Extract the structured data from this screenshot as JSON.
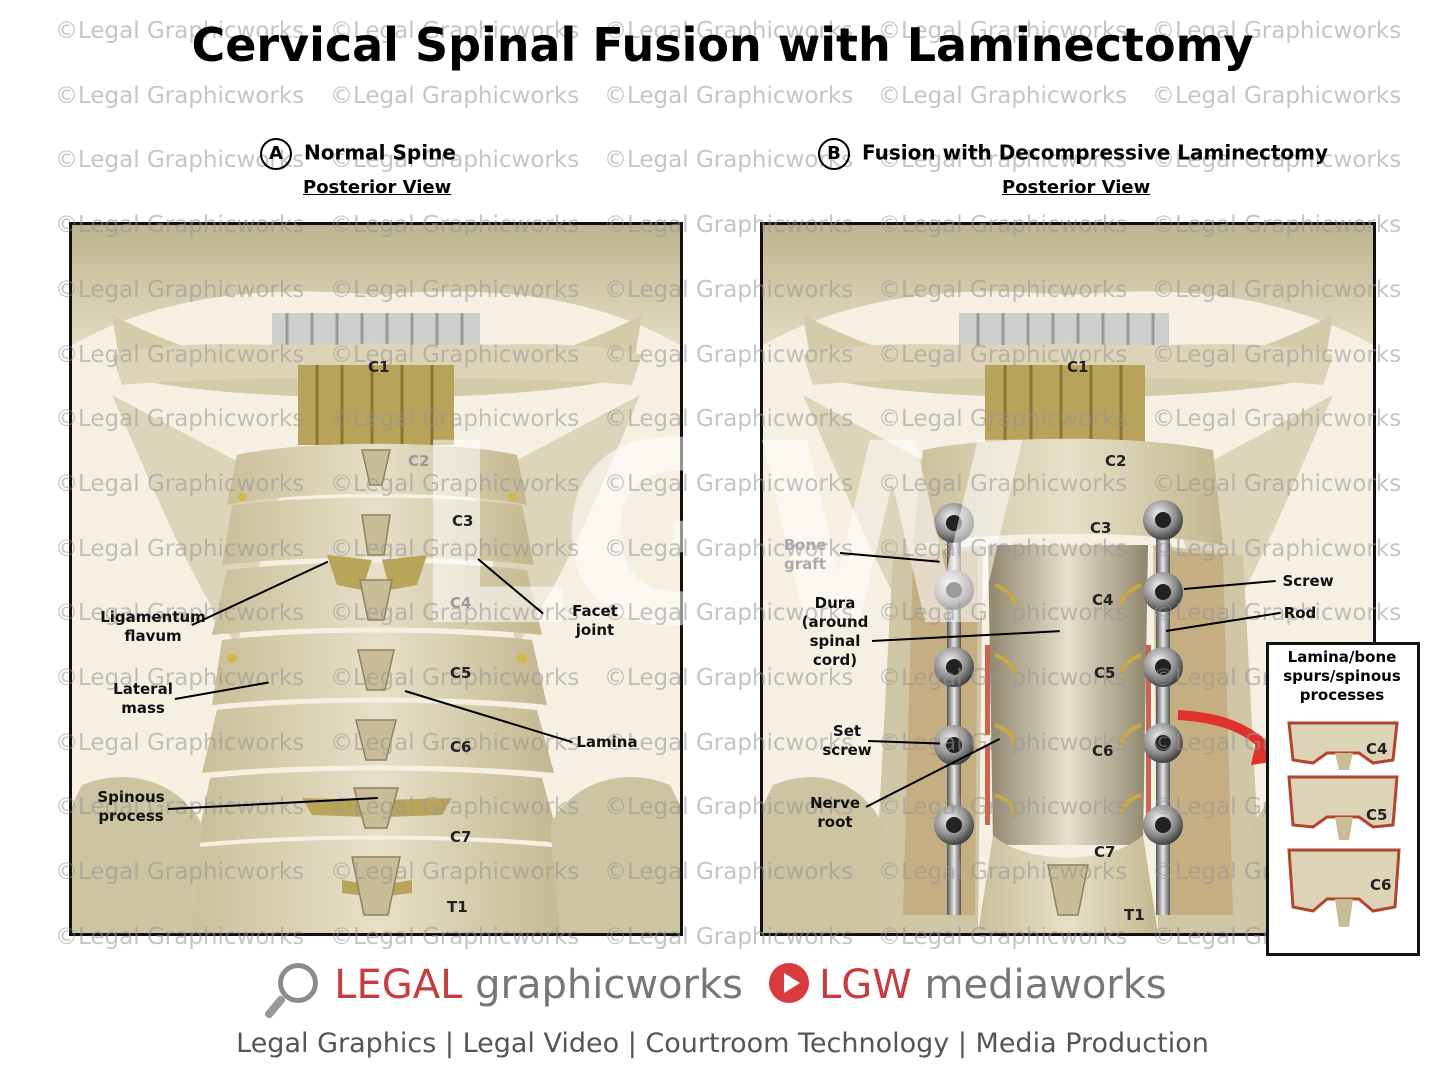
{
  "title": "Cervical Spinal Fusion with Laminectomy",
  "watermark": "©Legal Graphicworks",
  "watermark_logo": "LGW",
  "panel_a": {
    "letter": "A",
    "heading": "Normal Spine",
    "subheading": "Posterior View",
    "vertebrae": [
      "C1",
      "C2",
      "C3",
      "C4",
      "C5",
      "C6",
      "C7",
      "T1"
    ],
    "labels": {
      "ligamentum": "Ligamentum\nflavum",
      "lateral_mass": "Lateral\nmass",
      "spinous": "Spinous\nprocess",
      "facet": "Facet\njoint",
      "lamina": "Lamina"
    }
  },
  "panel_b": {
    "letter": "B",
    "heading": "Fusion with Decompressive Laminectomy",
    "subheading": "Posterior View",
    "vertebrae": [
      "C1",
      "C2",
      "C3",
      "C4",
      "C5",
      "C6",
      "C7",
      "T1"
    ],
    "labels": {
      "bone_graft": "Bone\ngraft",
      "dura": "Dura\n(around\nspinal\ncord)",
      "set_screw": "Set\nscrew",
      "nerve_root": "Nerve\nroot",
      "screw": "Screw",
      "rod": "Rod"
    }
  },
  "inset": {
    "title": "Lamina/bone\nspurs/spinous\nprocesses",
    "items": [
      "C4",
      "C5",
      "C6"
    ]
  },
  "footer": {
    "brand1_red": "LEGAL",
    "brand1_gray": " graphicworks",
    "brand2_red": "LGW",
    "brand2_gray": " mediaworks",
    "tagline": "Legal Graphics | Legal Video | Courtroom Technology | Media Production"
  },
  "colors": {
    "bone": "#d8ceae",
    "bone_dark": "#a49870",
    "accent_red": "#c73d3f",
    "frame": "#111111"
  }
}
